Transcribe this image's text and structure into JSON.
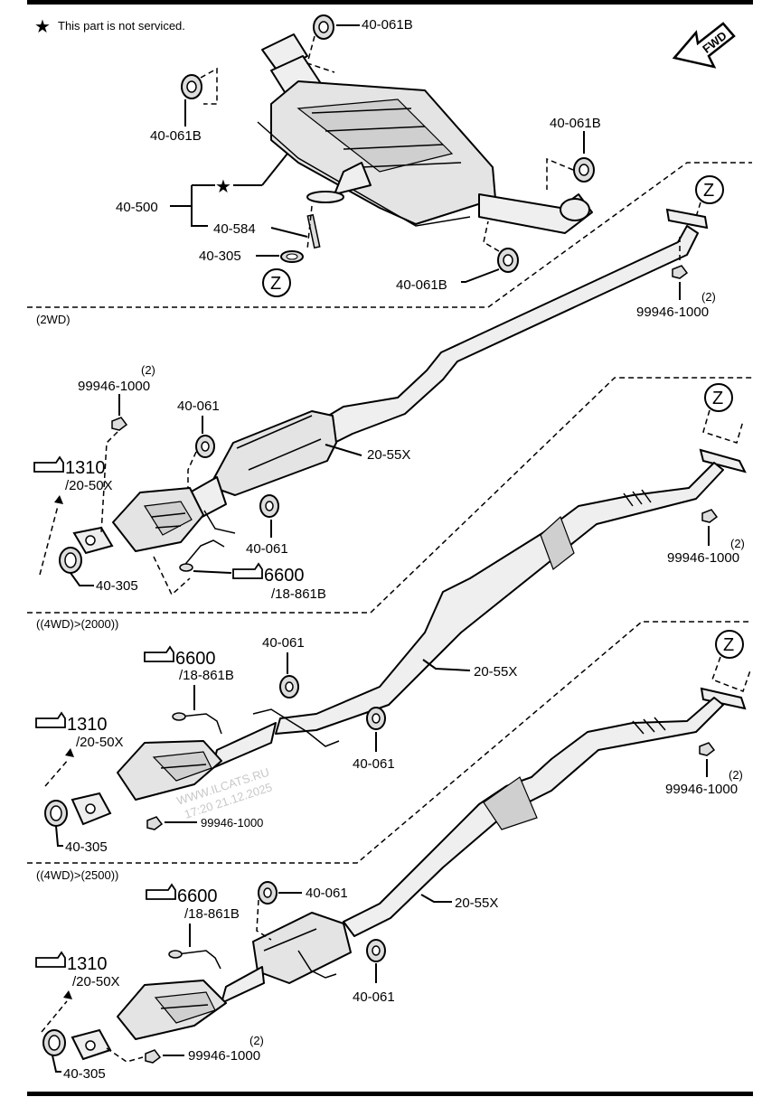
{
  "legend": {
    "star_symbol": "★",
    "text": "This part is not serviced."
  },
  "fwd_label": "FWD",
  "section_labels": {
    "2wd": "(2WD)",
    "4wd2000": "((4WD)>(2000))",
    "4wd2500": "((4WD)>(2500))"
  },
  "labels": {
    "muffler_hanger_top": "40-061B",
    "muffler_hanger_left": "40-061B",
    "muffler_hanger_right_top": "40-061B",
    "muffler_hanger_right_bottom": "40-061B",
    "muffler_assy": "40-500",
    "muffler_star": "★",
    "muffler_bolt": "40-584",
    "muffler_gasket": "40-305",
    "z_marker_top": "Z",
    "z_nut_top_num": "99946-1000",
    "z_nut_top_qty": "(2)",
    "wd2_nut_num": "99946-1000",
    "wd2_nut_qty": "(2)",
    "wd2_hanger_a": "40-061",
    "wd2_hanger_b": "40-061",
    "wd2_pipe": "20-55X",
    "wd2_ref1310": "1310",
    "wd2_ref1310_sub": "/20-50X",
    "wd2_ref6600": "6600",
    "wd2_ref6600_sub": "/18-861B",
    "wd2_gasket": "40-305",
    "wd2_z": "Z",
    "wd2_z_nut_num": "99946-1000",
    "wd2_z_nut_qty": "(2)",
    "wd4a_ref6600": "6600",
    "wd4a_ref6600_sub": "/18-861B",
    "wd4a_hanger_a": "40-061",
    "wd4a_hanger_b": "40-061",
    "wd4a_pipe": "20-55X",
    "wd4a_ref1310": "1310",
    "wd4a_ref1310_sub": "/20-50X",
    "wd4a_gasket": "40-305",
    "wd4a_nut_num": "99946-1000",
    "wd4a_z": "Z",
    "wd4a_z_nut_num": "99946-1000",
    "wd4a_z_nut_qty": "(2)",
    "wd4b_ref6600": "6600",
    "wd4b_ref6600_sub": "/18-861B",
    "wd4b_hanger_a": "40-061",
    "wd4b_hanger_b": "40-061",
    "wd4b_pipe": "20-55X",
    "wd4b_ref1310": "1310",
    "wd4b_ref1310_sub": "/20-50X",
    "wd4b_gasket": "40-305",
    "wd4b_nut_num": "99946-1000",
    "wd4b_nut_qty": "(2)"
  },
  "watermark": {
    "site": "WWW.ILCATS.RU",
    "stamp": "17:20 21.12.2025"
  }
}
